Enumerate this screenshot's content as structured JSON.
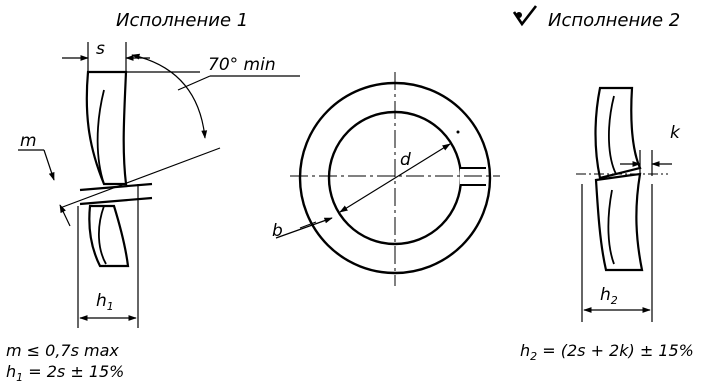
{
  "variant1": {
    "title": "Исполнение 1",
    "label_s": "s",
    "label_angle": "70° min",
    "label_m": "m",
    "label_h": "h",
    "label_h_sub": "1",
    "formula_m": "m ≤ 0,7s max",
    "formula_h": "h",
    "formula_h_sub": "1",
    "formula_h_rest": " = 2s ± 15%"
  },
  "center": {
    "label_d": "d",
    "label_b": "b"
  },
  "variant2": {
    "title": "Исполнение 2",
    "label_k": "k",
    "label_h": "h",
    "label_h_sub": "2",
    "formula_h": "h",
    "formula_h_sub": "2",
    "formula_h_rest": " = (2s + 2k) ± 15%"
  }
}
